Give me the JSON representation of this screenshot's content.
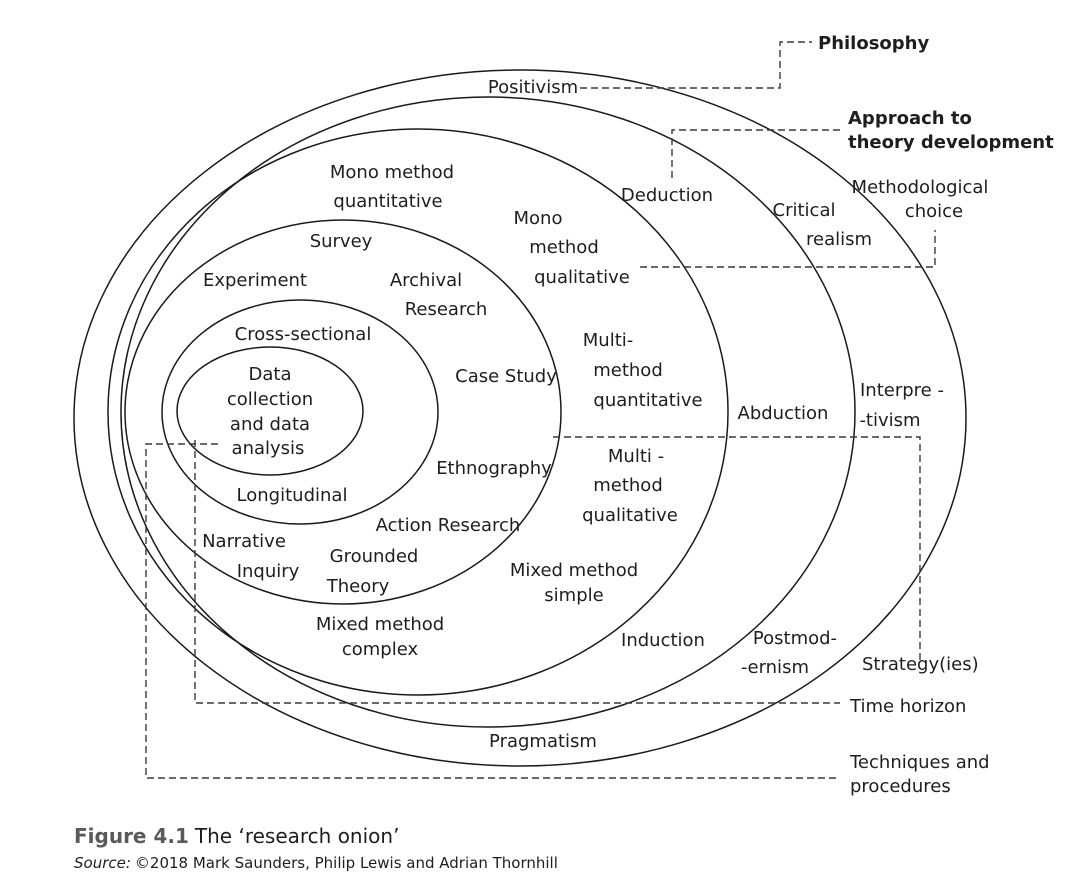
{
  "colors": {
    "outer_ring": "#dfe3f1",
    "middle_ring": "#a4c2e6",
    "inner_fill": "#f4e3d0",
    "core": "#ffffff",
    "line": "#1a1a1a"
  },
  "layers": {
    "philosophy": "Philosophy",
    "approach_1": "Approach to",
    "approach_2": "theory development",
    "method_choice_1": "Methodological",
    "method_choice_2": "choice",
    "strategies": "Strategy(ies)",
    "time_horizon": "Time horizon",
    "techniques_1": "Techniques and",
    "techniques_2": "procedures"
  },
  "philosophies": {
    "positivism": "Positivism",
    "critical_realism_1": "Critical",
    "critical_realism_2": "realism",
    "interpretivism_1": "Interpre -",
    "interpretivism_2": "-tivism",
    "postmodernism_1": "Postmod-",
    "postmodernism_2": "-ernism",
    "pragmatism": "Pragmatism"
  },
  "approaches": {
    "deduction": "Deduction",
    "abduction": "Abduction",
    "induction": "Induction"
  },
  "choices": {
    "mono_quant_1": "Mono method",
    "mono_quant_2": "quantitative",
    "mono_qual_1": "Mono",
    "mono_qual_2": "method",
    "mono_qual_3": "qualitative",
    "multi_quant_1": "Multi-",
    "multi_quant_2": "method",
    "multi_quant_3": "quantitative",
    "multi_qual_1": "Multi -",
    "multi_qual_2": "method",
    "multi_qual_3": "qualitative",
    "mixed_simple_1": "Mixed method",
    "mixed_simple_2": "simple",
    "mixed_complex_1": "Mixed method",
    "mixed_complex_2": "complex"
  },
  "strategies": {
    "survey": "Survey",
    "experiment": "Experiment",
    "archival_1": "Archival",
    "archival_2": "Research",
    "case_study": "Case Study",
    "ethnography": "Ethnography",
    "action_research": "Action Research",
    "grounded_1": "Grounded",
    "grounded_2": "Theory",
    "narrative_1": "Narrative",
    "narrative_2": "Inquiry"
  },
  "time_horizons": {
    "cross_sectional": "Cross-sectional",
    "longitudinal": "Longitudinal"
  },
  "core": {
    "line_1": "Data",
    "line_2": "collection",
    "line_3": "and data",
    "line_4": "analysis"
  },
  "caption": {
    "figure_number": "Figure 4.1",
    "figure_title": "The ‘research onion’",
    "source_label": "Source:",
    "source_text": "©2018 Mark Saunders, Philip Lewis and Adrian Thornhill"
  }
}
